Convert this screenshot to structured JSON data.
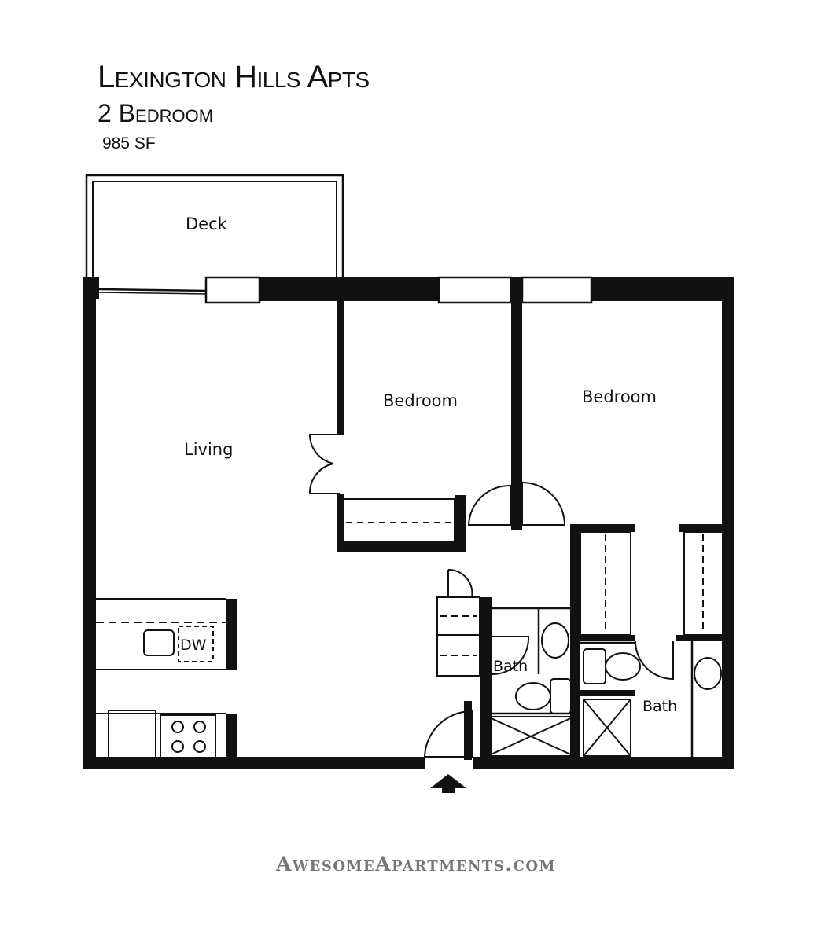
{
  "header": {
    "title": "Lexington Hills Apts",
    "unit_type": "2 Bedroom",
    "area": "985 SF"
  },
  "rooms": {
    "deck": "Deck",
    "living": "Living",
    "bedroom_1": "Bedroom",
    "bedroom_2": "Bedroom",
    "bath_1": "Bath",
    "bath_2": "Bath",
    "dishwasher": "DW"
  },
  "footer": {
    "website": "AwesomeApartments.com"
  }
}
